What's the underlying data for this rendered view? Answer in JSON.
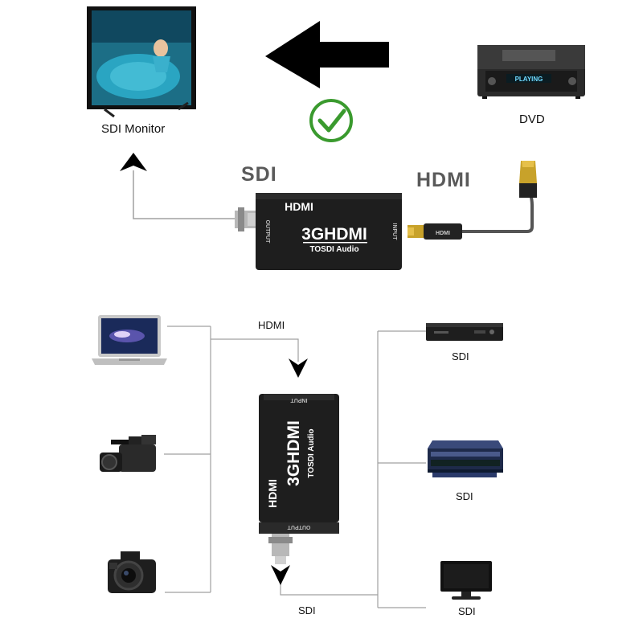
{
  "top": {
    "monitor_label": "SDI Monitor",
    "dvd_label": "DVD",
    "dvd_display": "PLAYING",
    "sdi_label": "SDI",
    "hdmi_label": "HDMI",
    "brand": "HDMI",
    "model_line1": "3GHDMI",
    "model_line2": "TOSDI Audio",
    "port_output": "OUTPUT",
    "port_input": "INPUT",
    "cable_brand": "HDMI"
  },
  "bottom": {
    "hdmi_label": "HDMI",
    "sdi_bottom_label": "SDI",
    "right_targets": [
      {
        "label": "SDI"
      },
      {
        "label": "SDI"
      },
      {
        "label": "SDI"
      }
    ],
    "brand": "HDMI",
    "model_line1": "3GHDMI",
    "model_line2": "TOSDI Audio",
    "port_input": "INPUT",
    "port_output": "OUTPUT"
  },
  "colors": {
    "line": "#9a9a9a",
    "device": "#1e1e1e",
    "check": "#3a9a2e",
    "text_grey": "#5a5a5a"
  },
  "icons": {
    "arrow_left": "big-black-arrow-left-icon",
    "check": "green-check-icon"
  }
}
